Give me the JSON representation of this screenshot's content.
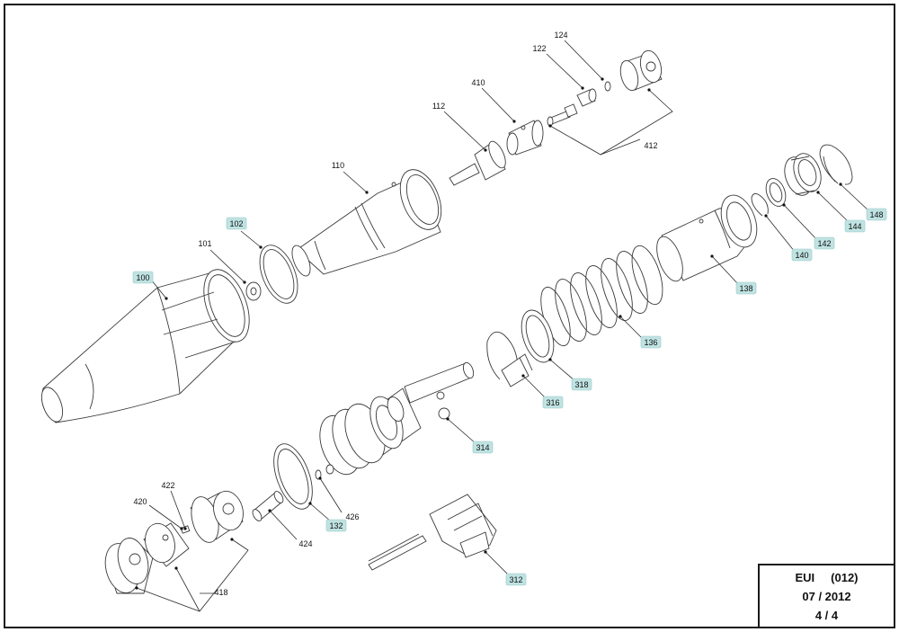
{
  "title_block": {
    "model": "EUI",
    "code": "(012)",
    "date": "07 / 2012",
    "page": "4 / 4"
  },
  "callouts": [
    {
      "id": "c100",
      "label": "100",
      "highlighted": true
    },
    {
      "id": "c101",
      "label": "101",
      "highlighted": false
    },
    {
      "id": "c102",
      "label": "102",
      "highlighted": true
    },
    {
      "id": "c110",
      "label": "110",
      "highlighted": false
    },
    {
      "id": "c112",
      "label": "112",
      "highlighted": false
    },
    {
      "id": "c410",
      "label": "410",
      "highlighted": false
    },
    {
      "id": "c122",
      "label": "122",
      "highlighted": false
    },
    {
      "id": "c124",
      "label": "124",
      "highlighted": false
    },
    {
      "id": "c412",
      "label": "412",
      "highlighted": false
    },
    {
      "id": "c148",
      "label": "148",
      "highlighted": true
    },
    {
      "id": "c144",
      "label": "144",
      "highlighted": true
    },
    {
      "id": "c142",
      "label": "142",
      "highlighted": true
    },
    {
      "id": "c140",
      "label": "140",
      "highlighted": true
    },
    {
      "id": "c138",
      "label": "138",
      "highlighted": true
    },
    {
      "id": "c136",
      "label": "136",
      "highlighted": true
    },
    {
      "id": "c318",
      "label": "318",
      "highlighted": true
    },
    {
      "id": "c316",
      "label": "316",
      "highlighted": true
    },
    {
      "id": "c314",
      "label": "314",
      "highlighted": true
    },
    {
      "id": "c132",
      "label": "132",
      "highlighted": true
    },
    {
      "id": "c426",
      "label": "426",
      "highlighted": false
    },
    {
      "id": "c424",
      "label": "424",
      "highlighted": false
    },
    {
      "id": "c422",
      "label": "422",
      "highlighted": false
    },
    {
      "id": "c420",
      "label": "420",
      "highlighted": false
    },
    {
      "id": "c418",
      "label": "418",
      "highlighted": false
    },
    {
      "id": "c312",
      "label": "312",
      "highlighted": true
    }
  ],
  "colors": {
    "highlight_fill": "#bfe3e2",
    "line": "#3a3a3a",
    "border": "#1a1a1a"
  }
}
